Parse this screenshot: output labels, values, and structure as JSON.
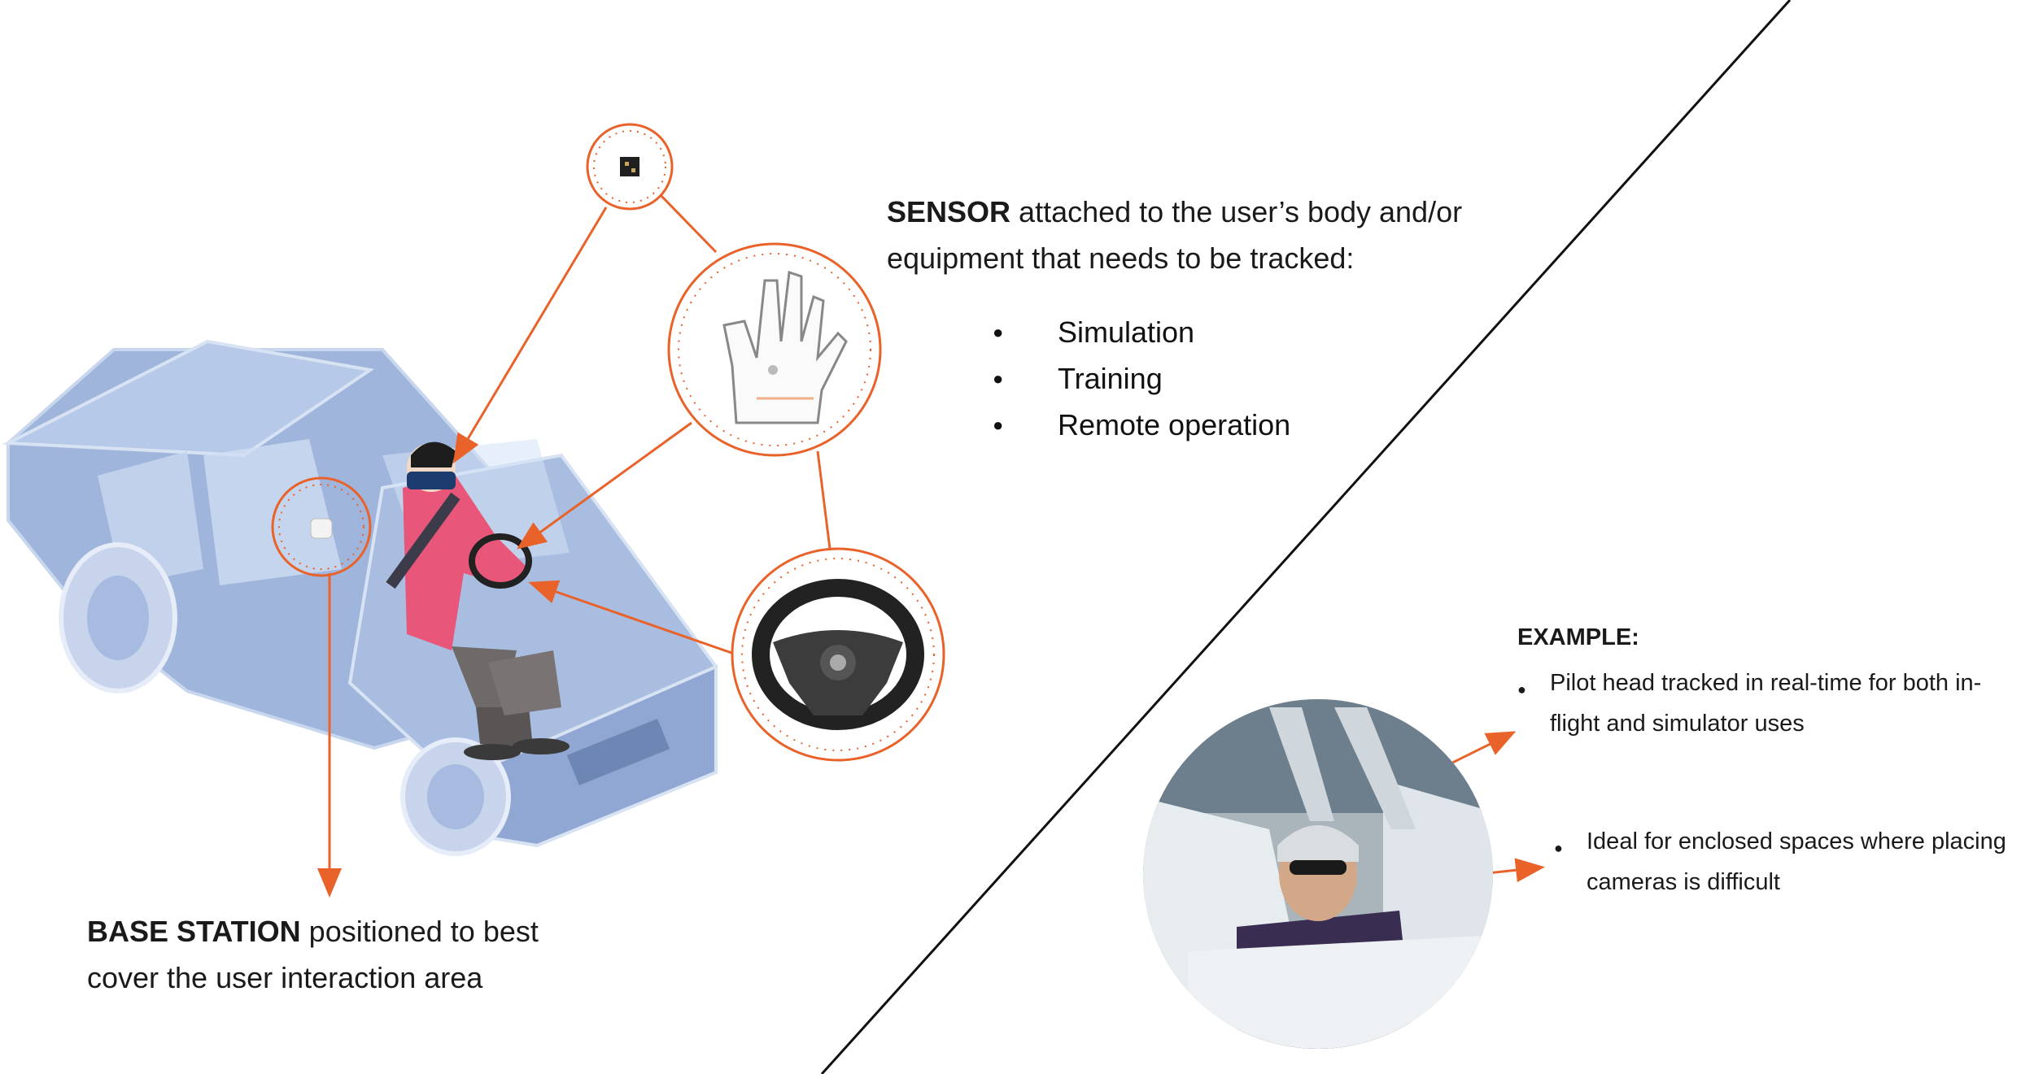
{
  "sensor": {
    "heading_bold": "SENSOR",
    "heading_rest": " attached to the user’s body and/or equipment that needs to be tracked:",
    "uses": [
      "Simulation",
      "Training",
      "Remote operation"
    ]
  },
  "base_station": {
    "heading_bold": "BASE STATION",
    "heading_rest": " positioned to best cover the user interaction area"
  },
  "example": {
    "title": "EXAMPLE:",
    "items": [
      "Pilot head tracked in real-time for both in-flight and simulator uses",
      "Ideal for enclosed spaces where placing cameras is difficult"
    ]
  },
  "colors": {
    "accent": "#E8622A",
    "car": "#A9BEDF",
    "car_dark": "#7F96C2",
    "shirt": "#E8577A"
  },
  "icons": [
    "chip-icon",
    "glove-icon",
    "steering-wheel-icon",
    "base-station-icon"
  ]
}
